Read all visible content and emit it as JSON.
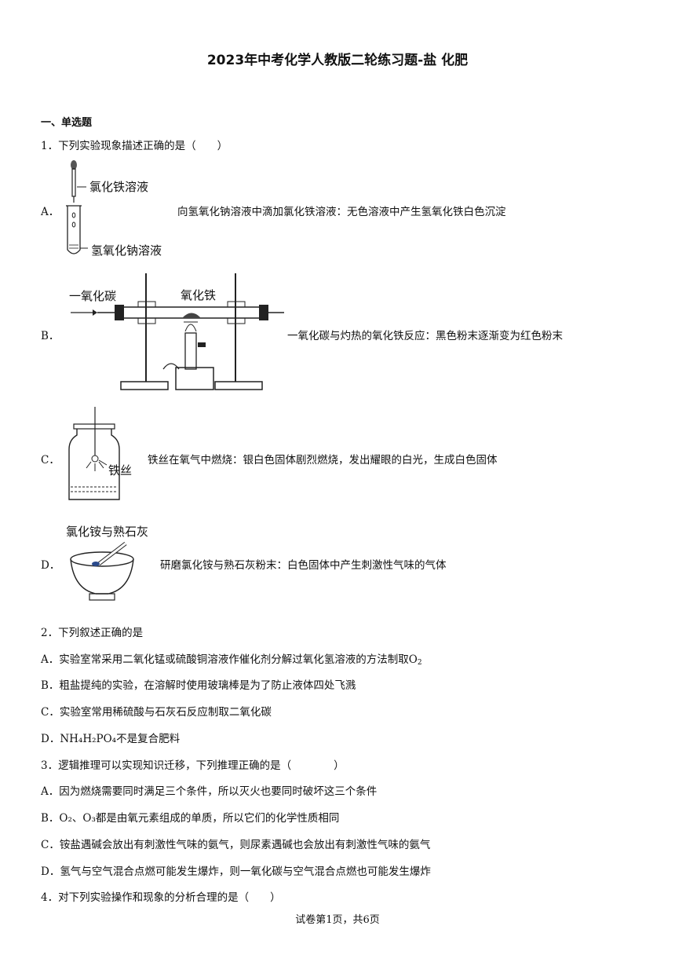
{
  "title": "2023年中考化学人教版二轮练习题-盐 化肥",
  "section": "一、单选题",
  "q1": {
    "stem": "1．下列实验现象描述正确的是（　　）",
    "options": [
      {
        "letter": "A．",
        "text": "向氢氧化钠溶液中滴加氯化铁溶液：无色溶液中产生氢氧化铁白色沉淀",
        "fig_labels": [
          "氯化铁溶液",
          "氢氧化钠溶液"
        ]
      },
      {
        "letter": "B．",
        "text": "一氧化碳与灼热的氧化铁反应：黑色粉末逐渐变为红色粉末",
        "fig_labels": [
          "一氧化碳",
          "氧化铁"
        ]
      },
      {
        "letter": "C．",
        "text": "铁丝在氧气中燃烧：银白色固体剧烈燃烧，发出耀眼的白光，生成白色固体",
        "fig_labels": [
          "铁丝"
        ]
      },
      {
        "letter": "D．",
        "text": "研磨氯化铵与熟石灰粉末：白色固体中产生刺激性气味的气体",
        "fig_labels": [
          "氯化铵与熟石灰"
        ]
      }
    ]
  },
  "q2": {
    "stem": "2．下列叙述正确的是",
    "options": [
      {
        "letter": "A．",
        "text": "实验室常采用二氧化锰或硫酸铜溶液作催化剂分解过氧化氢溶液的方法制取O",
        "sub": "2"
      },
      {
        "letter": "B．",
        "text": "粗盐提纯的实验，在溶解时使用玻璃棒是为了防止液体四处飞溅"
      },
      {
        "letter": "C．",
        "text": "实验室常用稀硫酸与石灰石反应制取二氧化碳"
      },
      {
        "letter": "D．",
        "text": "NH₄H₂PO₄不是复合肥料"
      }
    ]
  },
  "q3": {
    "stem": "3．逻辑推理可以实现知识迁移，下列推理正确的是（　　　　）",
    "options": [
      {
        "letter": "A．",
        "text": "因为燃烧需要同时满足三个条件，所以灭火也要同时破坏这三个条件"
      },
      {
        "letter": "B．",
        "text": "O₂、O₃都是由氧元素组成的单质，所以它们的化学性质相同"
      },
      {
        "letter": "C．",
        "text": "铵盐遇碱会放出有刺激性气味的氨气，则尿素遇碱也会放出有刺激性气味的氨气"
      },
      {
        "letter": "D．",
        "text": "氢气与空气混合点燃可能发生爆炸，则一氧化碳与空气混合点燃也可能发生爆炸"
      }
    ]
  },
  "q4": {
    "stem": "4．对下列实验操作和现象的分析合理的是（　　）"
  },
  "footer": "试卷第1页，共6页"
}
